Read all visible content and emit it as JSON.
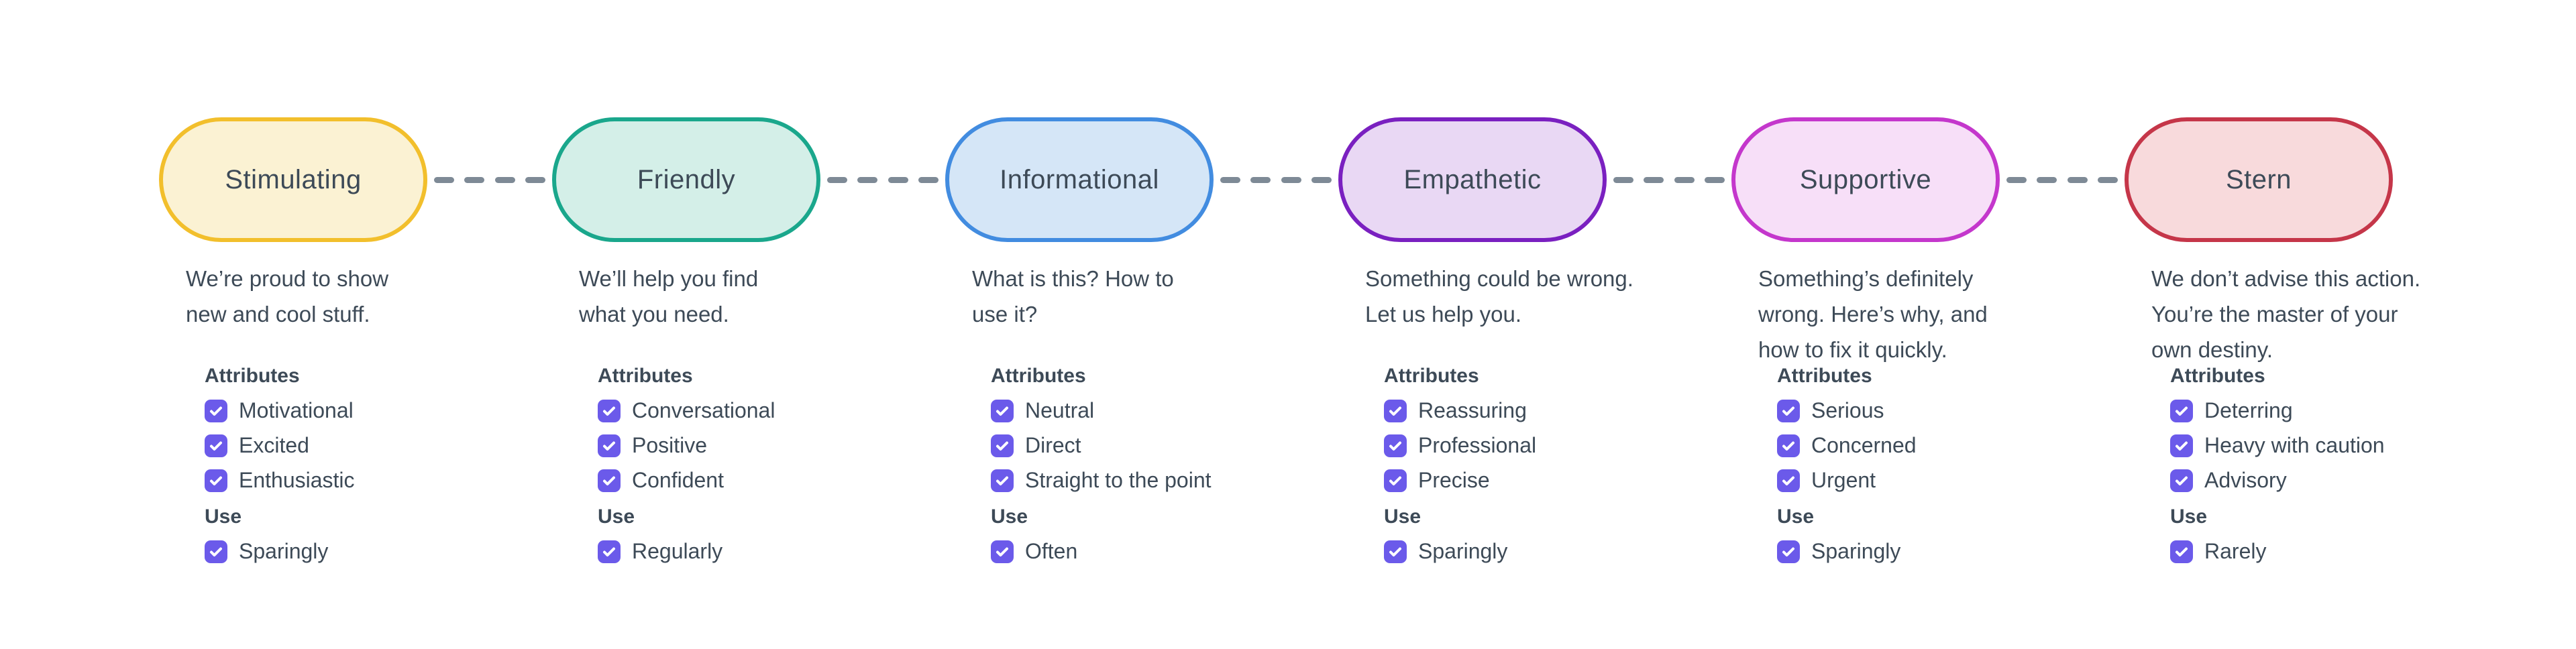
{
  "background": "#FFFFFF",
  "text_color": "#3D4A57",
  "connector": {
    "color": "#7E8A96",
    "dashes_per_gap": 4,
    "style": "dashed-rounded"
  },
  "checkbox": {
    "color": "#6B5AEA",
    "checked": true,
    "check_icon": "checkmark-icon"
  },
  "labels": {
    "attributes": "Attributes",
    "use": "Use"
  },
  "tones": [
    {
      "name": "Stimulating",
      "border": "#F2BF2C",
      "fill": "#FBF2D3",
      "description_lines": [
        "We’re proud to show",
        "new and cool stuff."
      ],
      "attributes": [
        "Motivational",
        "Excited",
        "Enthusiastic"
      ],
      "use": "Sparingly"
    },
    {
      "name": "Friendly",
      "border": "#1AA78C",
      "fill": "#D4EFE8",
      "description_lines": [
        "We’ll help you find",
        "what you need."
      ],
      "attributes": [
        "Conversational",
        "Positive",
        "Confident"
      ],
      "use": "Regularly"
    },
    {
      "name": "Informational",
      "border": "#428CE0",
      "fill": "#D5E6F7",
      "description_lines": [
        "What is this? How to",
        "use it?"
      ],
      "attributes": [
        "Neutral",
        "Direct",
        "Straight to the point"
      ],
      "use": "Often"
    },
    {
      "name": "Empathetic",
      "border": "#7A20C0",
      "fill": "#E9D8F4",
      "description_lines": [
        "Something could be wrong.",
        "Let us help you."
      ],
      "attributes": [
        "Reassuring",
        "Professional",
        "Precise"
      ],
      "use": "Sparingly"
    },
    {
      "name": "Supportive",
      "border": "#C437CC",
      "fill": "#F7DFF8",
      "description_lines": [
        "Something’s definitely",
        "wrong. Here’s why, and",
        "how to fix it quickly."
      ],
      "attributes": [
        "Serious",
        "Concerned",
        "Urgent"
      ],
      "use": "Sparingly"
    },
    {
      "name": "Stern",
      "border": "#C53649",
      "fill": "#F8DADC",
      "description_lines": [
        "We don’t advise this action.",
        "You’re the master of your",
        "own destiny."
      ],
      "attributes": [
        "Deterring",
        "Heavy with caution",
        "Advisory"
      ],
      "use": "Rarely"
    }
  ]
}
